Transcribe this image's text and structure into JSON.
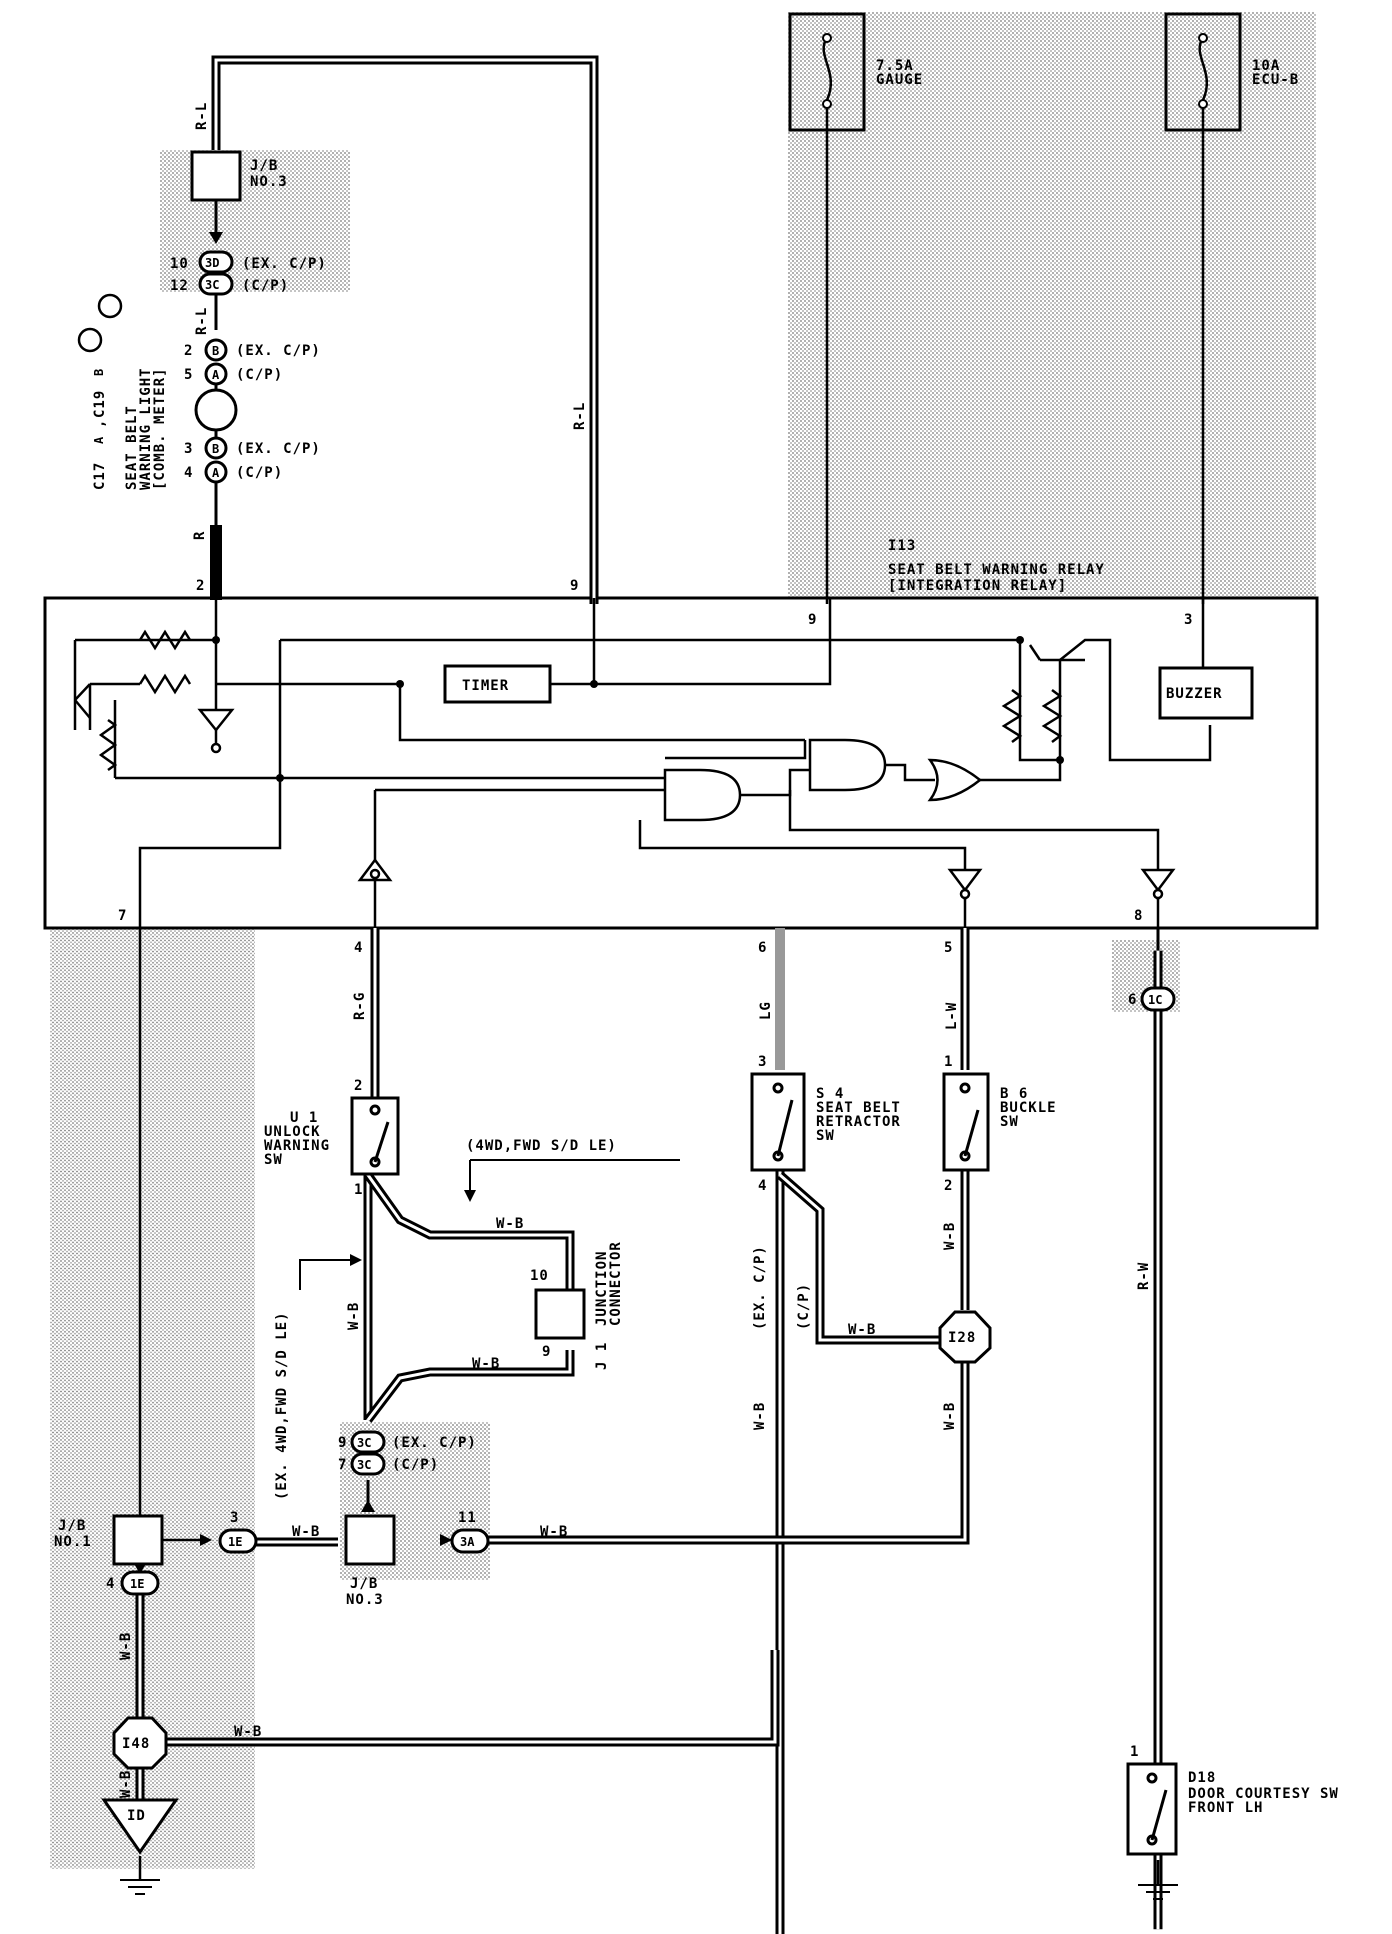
{
  "fuses": {
    "gauge": {
      "rating": "7.5A",
      "name": "GAUGE"
    },
    "ecu_b": {
      "rating": "10A",
      "name": "ECU-B"
    }
  },
  "relay": {
    "id": "I13",
    "name": "SEAT BELT WARNING RELAY",
    "sub": "[INTEGRATION RELAY]",
    "timer": "TIMER",
    "buzzer": "BUZZER",
    "pins": {
      "p2": "2",
      "p9_left": "9",
      "p9_right": "9",
      "p3": "3",
      "p7": "7",
      "p4": "4",
      "p6": "6",
      "p5": "5",
      "p8": "8"
    }
  },
  "jb3_top": {
    "name": "J/B",
    "no": "NO.3"
  },
  "connectors_top": [
    {
      "pin": "10",
      "code": "3D",
      "note": "(EX. C/P)"
    },
    {
      "pin": "12",
      "code": "3C",
      "note": "(C/P)"
    }
  ],
  "meter": {
    "id_a": "C17",
    "id_b": "C19",
    "a": "A",
    "b": "B",
    "sep": ",",
    "line1": "SEAT BELT",
    "line2": "WARNING LIGHT",
    "line3": "[COMB. METER]",
    "pins": [
      {
        "pin": "2",
        "code": "B",
        "note": "(EX. C/P)"
      },
      {
        "pin": "5",
        "code": "A",
        "note": "(C/P)"
      },
      {
        "pin": "3",
        "code": "B",
        "note": "(EX. C/P)"
      },
      {
        "pin": "4",
        "code": "A",
        "note": "(C/P)"
      }
    ]
  },
  "wires": {
    "rl": "R-L",
    "r": "R",
    "rg": "R-G",
    "lg": "LG",
    "lw": "L-W",
    "rw": "R-W",
    "wb": "W-B"
  },
  "u1": {
    "id": "U 1",
    "name1": "UNLOCK",
    "name2": "WARNING",
    "name3": "SW",
    "pin_top": "2",
    "pin_bot": "1"
  },
  "s4": {
    "id": "S 4",
    "name1": "SEAT BELT",
    "name2": "RETRACTOR",
    "name3": "SW",
    "pin_top": "3",
    "pin_bot": "4"
  },
  "b6": {
    "id": "B 6",
    "name1": "BUCKLE",
    "name2": "SW",
    "pin_top": "1",
    "pin_bot": "2"
  },
  "j1": {
    "id": "J 1",
    "name1": "JUNCTION",
    "name2": "CONNECTOR",
    "pin_top": "10",
    "pin_bot": "9"
  },
  "notes": {
    "fwd": "(4WD,FWD S/D LE)",
    "exfwd": "(EX. 4WD,FWD S/D LE)",
    "excp": "(EX. C/P)",
    "cp": "(C/P)"
  },
  "jb3_bottom_conn": [
    {
      "pin": "9",
      "code": "3C",
      "note": "(EX. C/P)"
    },
    {
      "pin": "7",
      "code": "3C",
      "note": "(C/P)"
    }
  ],
  "jb1": {
    "name": "J/B",
    "no": "NO.1"
  },
  "jb3_bottom": {
    "name": "J/B",
    "no": "NO.3"
  },
  "conn_1c": {
    "pin": "6",
    "code": "1C"
  },
  "conn_1e_3": {
    "pin": "3",
    "code": "1E"
  },
  "conn_1e_4": {
    "pin": "4",
    "code": "1E"
  },
  "conn_3a": {
    "pin": "11",
    "code": "3A"
  },
  "splices": {
    "i28": "I28",
    "i48": "I48"
  },
  "ground": {
    "id": "ID"
  },
  "d18": {
    "id": "D18",
    "name1": "DOOR COURTESY SW",
    "name2": "FRONT LH",
    "pin": "1"
  }
}
